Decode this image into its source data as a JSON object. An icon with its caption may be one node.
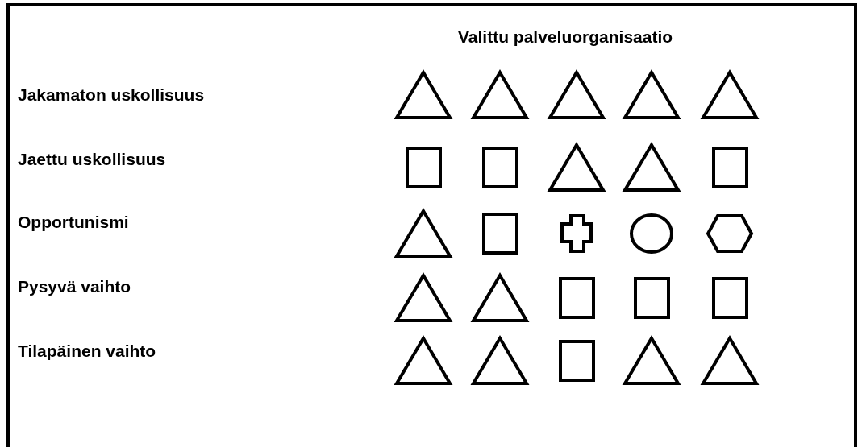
{
  "diagram": {
    "nodes": [
      {
        "text": [],
        "shape": "triangle"
      },
      {
        "text": [],
        "shape": "triangle"
      },
      {
        "text": [],
        "shape": "triangle"
      },
      {
        "text": [],
        "shape": "triangle"
      },
      {
        "text": [],
        "shape": "triangle"
      },
      {
        "text": [],
        "shape": "box"
      },
      {
        "text": [],
        "shape": "box"
      },
      {
        "text": [],
        "shape": "triangle"
      },
      {
        "text": [],
        "shape": "triangle"
      },
      {
        "text": [],
        "shape": "box"
      },
      {
        "text": [],
        "shape": "triangle"
      },
      {
        "text": [],
        "shape": "box"
      },
      {
        "text": [],
        "shape": "cross"
      },
      {
        "text": [],
        "shape": "circle"
      },
      {
        "text": [],
        "shape": "hexagon"
      },
      {
        "text": [],
        "shape": "triangle"
      },
      {
        "text": [],
        "shape": "triangle"
      },
      {
        "text": [],
        "shape": "box"
      },
      {
        "text": [],
        "shape": "box"
      },
      {
        "text": [],
        "shape": "box"
      },
      {
        "text": [],
        "shape": "triangle"
      },
      {
        "text": [],
        "shape": "triangle"
      },
      {
        "text": [],
        "shape": "box"
      },
      {
        "text": [],
        "shape": "triangle"
      },
      {
        "text": [],
        "shape": "triangle"
      }
    ],
    "labels": [
      "Valittu palveluorganisaatio",
      "Jakamaton uskollisuus",
      "Jaettu uskollisuus",
      "Opportunismi",
      "Pysyvä vaihto",
      "Tilapäinen vaihto"
    ]
  }
}
